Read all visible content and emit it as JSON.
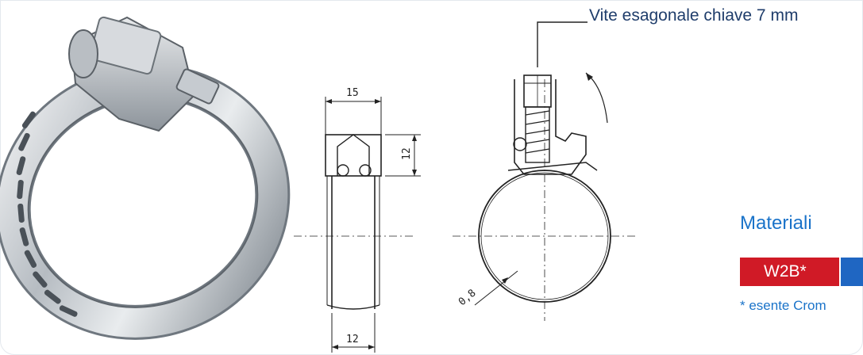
{
  "diagram": {
    "screw_callout": "Vite esagonale chiave 7 mm",
    "dim_width_top": "15",
    "dim_height": "12",
    "dim_width_bottom": "12",
    "dim_thickness": "0,8"
  },
  "materials": {
    "title": "Materiali",
    "badge": "W2B*",
    "badge_color": "#d01a26",
    "accent_color": "#1f66c2",
    "footnote": "* esente Crom"
  }
}
